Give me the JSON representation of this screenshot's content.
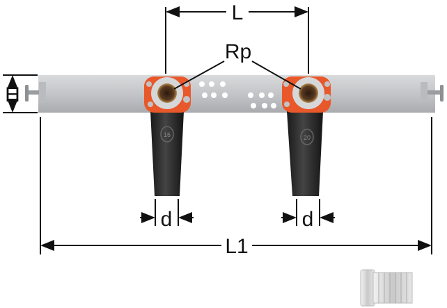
{
  "labels": {
    "length_between_outlets": "L",
    "thread": "Rp",
    "height": "H",
    "diameter_left": "d",
    "diameter_right": "d",
    "total_length": "L1"
  },
  "fitting_marks": {
    "left_size": "16",
    "right_size": "20"
  },
  "colors": {
    "bracket": "#c8c9cb",
    "plate": "#e8582a",
    "sleeve": "#2b2b2b",
    "line": "#111111"
  }
}
